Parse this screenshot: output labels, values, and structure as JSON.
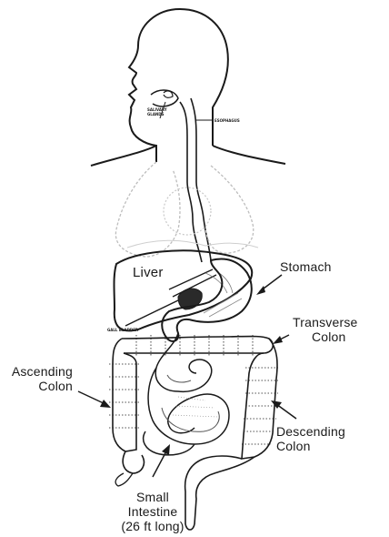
{
  "labels": {
    "liver": "Liver",
    "stomach": "Stomach",
    "transverse_1": "Transverse",
    "transverse_2": "Colon",
    "ascending_1": "Ascending",
    "ascending_2": "Colon",
    "descending_1": "Descending",
    "descending_2": "Colon",
    "small_1": "Small",
    "small_2": "Intestine",
    "small_3": "(26 ft long)"
  },
  "tiny_labels": {
    "salivary_1": "SALIVARY",
    "salivary_2": "GLANDS",
    "esophagus": "ESOPHAGUS",
    "gallbladder": "GALL BLADDER"
  },
  "colors": {
    "ink": "#1a1a1a",
    "faint": "#bdbdbd"
  }
}
